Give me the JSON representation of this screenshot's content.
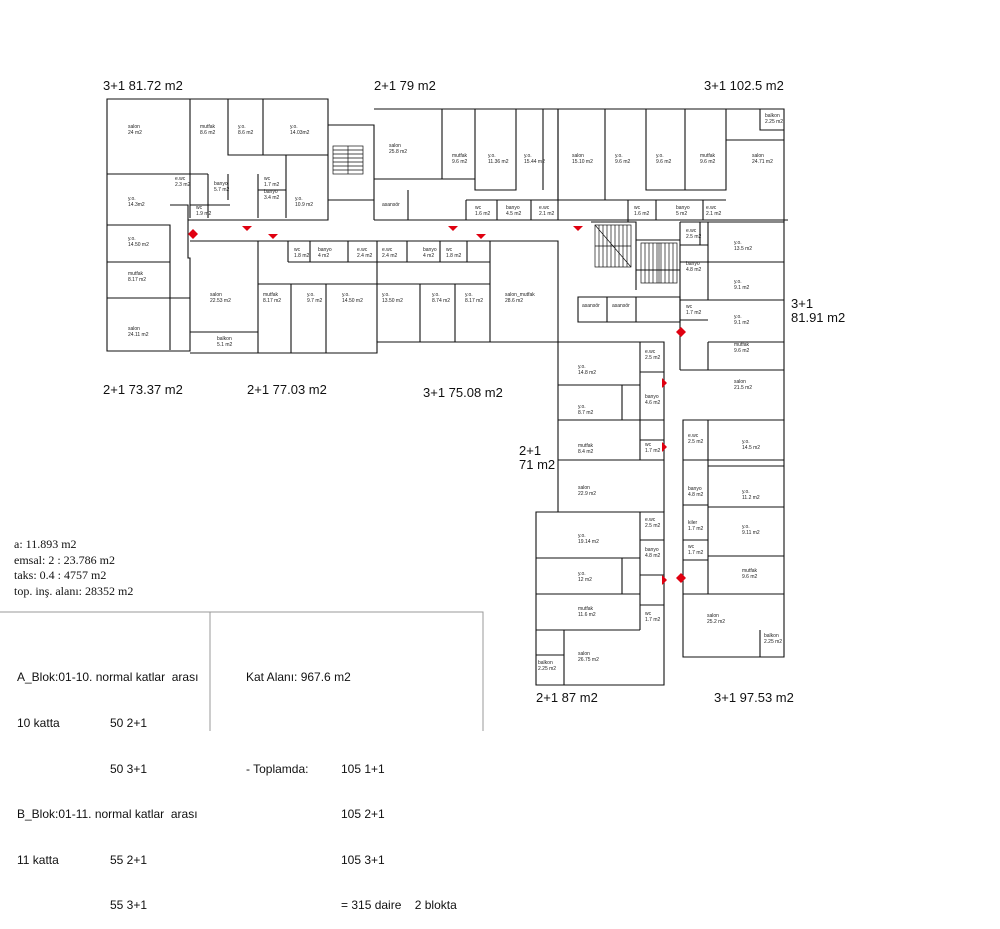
{
  "units": {
    "u1": "3+1  81.72 m2",
    "u2": "2+1  79 m2",
    "u3": "3+1  102.5 m2",
    "u4a": "3+1",
    "u4b": "81.91 m2",
    "u5": "2+1  73.37 m2",
    "u6": "2+1  77.03 m2",
    "u7": "3+1  75.08 m2",
    "u8a": "2+1",
    "u8b": "71 m2",
    "u9": "2+1  87 m2",
    "u10": "3+1  97.53 m2"
  },
  "stats": {
    "a": "a: 11.893 m2",
    "emsal": "emsal: 2 : 23.786 m2",
    "taks": "taks: 0.4 : 4757 m2",
    "total": "top. inş. alanı: 28352 m2"
  },
  "left_panel": {
    "a_blok": "A_Blok:01-10. normal katlar  arası",
    "a_katta": "10 katta",
    "a_21": "50 2+1",
    "a_31": "50 3+1",
    "b_blok": "B_Blok:01-11. normal katlar  arası",
    "b_katta": "11 katta",
    "b_21": "55 2+1",
    "b_31": "55 3+1"
  },
  "right_panel": {
    "kat_alani": "Kat Alanı: 967.6 m2",
    "toplamda": "- Toplamda:",
    "t11": "105 1+1",
    "t21": "105 2+1",
    "t31": "105 3+1",
    "sum": "= 315 daire    2 blokta"
  },
  "rooms": [
    [
      "salon",
      "24 m2"
    ],
    [
      "mutfak",
      "8.6 m2"
    ],
    [
      "y.o.",
      "8.6 m2"
    ],
    [
      "y.o.",
      "14.03m2"
    ],
    [
      "e.wc",
      "2.3 m2"
    ],
    [
      "banyo",
      "5.7 m2"
    ],
    [
      "y.o.",
      "14.3m2"
    ],
    [
      "wc",
      "1.7 m2"
    ],
    [
      "banyo",
      "3.4 m2"
    ],
    [
      "y.o.",
      "10.9 m2"
    ],
    [
      "wc",
      "1.9 m2"
    ],
    [
      "y.o.",
      "14.50 m2"
    ],
    [
      "mutfak",
      "8.17 m2"
    ],
    [
      "salon",
      "24.11 m2"
    ],
    [
      "salon",
      "25.8 m2"
    ],
    [
      "mutfak",
      "9.6 m2"
    ],
    [
      "y.o.",
      "11.36 m2"
    ],
    [
      "y.o.",
      "15.44 m2"
    ],
    [
      "asansör",
      ""
    ],
    [
      "wc",
      "1.6 m2"
    ],
    [
      "banyo",
      "4.5 m2"
    ],
    [
      "e.wc",
      "2.1 m2"
    ],
    [
      "salon",
      "15.10 m2"
    ],
    [
      "y.o.",
      "9.6 m2"
    ],
    [
      "y.o.",
      "9.6 m2"
    ],
    [
      "mutfak",
      "9.6 m2"
    ],
    [
      "balkon",
      "2.25 m2"
    ],
    [
      "salon",
      "24.71 m2"
    ],
    [
      "wc",
      "1.6 m2"
    ],
    [
      "banyo",
      "5 m2"
    ],
    [
      "e.wc",
      "2.1 m2"
    ],
    [
      "wc",
      "1.8 m2"
    ],
    [
      "banyo",
      "4 m2"
    ],
    [
      "e.wc",
      "2.4 m2"
    ],
    [
      "salon",
      "22.53 m2"
    ],
    [
      "mutfak",
      "8.17 m2"
    ],
    [
      "y.o.",
      "9.7 m2"
    ],
    [
      "y.o.",
      "14.50 m2"
    ],
    [
      "balkon",
      "5.1 m2"
    ],
    [
      "e.wc",
      "2.4 m2"
    ],
    [
      "banyo",
      "4 m2"
    ],
    [
      "wc",
      "1.8 m2"
    ],
    [
      "y.o.",
      "13.50 m2"
    ],
    [
      "y.o.",
      "8.74 m2"
    ],
    [
      "y.o.",
      "8.17 m2"
    ],
    [
      "salon_mutfak",
      "28.6 m2"
    ],
    [
      "asansör",
      ""
    ],
    [
      "asansör",
      ""
    ],
    [
      "e.wc",
      "2.5 m2"
    ],
    [
      "banyo",
      "4.8 m2"
    ],
    [
      "y.o.",
      "13.5 m2"
    ],
    [
      "y.o.",
      "9.1 m2"
    ],
    [
      "y.o.",
      "9.1 m2"
    ],
    [
      "wc",
      "1.7 m2"
    ],
    [
      "mutfak",
      "9.6 m2"
    ],
    [
      "salon",
      "21.5 m2"
    ],
    [
      "y.o.",
      "14.8 m2"
    ],
    [
      "e.wc",
      "2.5 m2"
    ],
    [
      "y.o.",
      "8.7 m2"
    ],
    [
      "banyo",
      "4.6 m2"
    ],
    [
      "mutfak",
      "8.4 m2"
    ],
    [
      "wc",
      "1.7 m2"
    ],
    [
      "salon",
      "22.9 m2"
    ],
    [
      "e.wc",
      "2.5 m2"
    ],
    [
      "y.o.",
      "14.5 m2"
    ],
    [
      "banyo",
      "4.8 m2"
    ],
    [
      "y.o.",
      "11.2 m2"
    ],
    [
      "kiler",
      "1.7 m2"
    ],
    [
      "y.o.",
      "9.11 m2"
    ],
    [
      "wc",
      "1.7 m2"
    ],
    [
      "mutfak",
      "9.6 m2"
    ],
    [
      "salon",
      "25.2 m2"
    ],
    [
      "balkon",
      "2.25 m2"
    ],
    [
      "e.wc",
      "2.5 m2"
    ],
    [
      "y.o.",
      "19.14 m2"
    ],
    [
      "banyo",
      "4.8 m2"
    ],
    [
      "y.o.",
      "12 m2"
    ],
    [
      "mutfak",
      "11.6 m2"
    ],
    [
      "wc",
      "1.7 m2"
    ],
    [
      "salon",
      "26.75 m2"
    ],
    [
      "balkon",
      "2.25 m2"
    ]
  ]
}
